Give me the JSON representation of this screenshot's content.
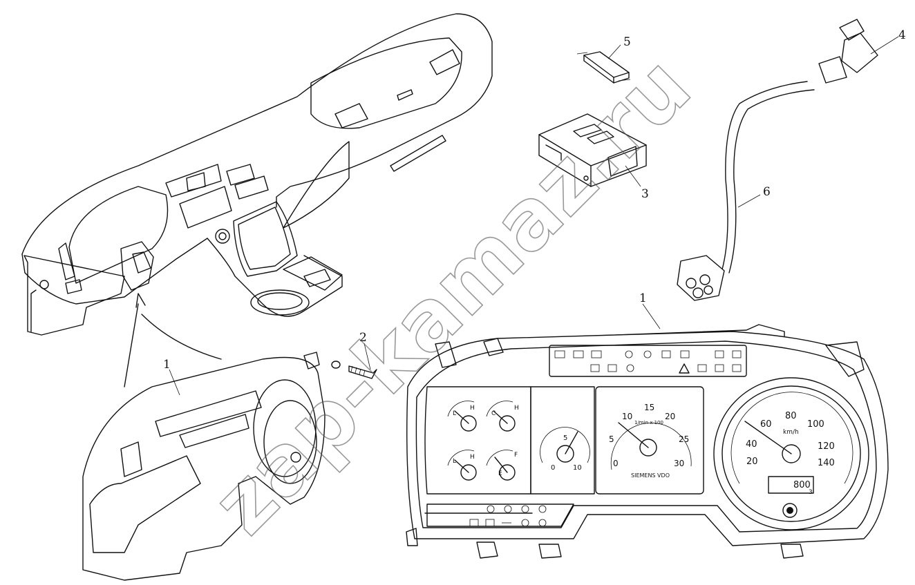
{
  "watermark": "zap-kamaz.ru",
  "callouts": {
    "c1_small": "1",
    "c1_large": "1",
    "c2": "2",
    "c3": "3",
    "c4": "4",
    "c5": "5",
    "c6": "6"
  },
  "gauges": {
    "small_gauge_labels": [
      {
        "low": "L",
        "high": "H"
      },
      {
        "low": "C",
        "high": "H"
      },
      {
        "low": "L",
        "high": "H"
      },
      {
        "low": "E",
        "high": "F"
      }
    ],
    "voltmeter": {
      "min": "0",
      "mid": "5",
      "max": "10"
    },
    "tachometer": {
      "ticks": [
        "0",
        "5",
        "10",
        "15",
        "20",
        "25",
        "30"
      ],
      "unit": "1/min x 100",
      "brand": "SIEMENS VDO"
    },
    "speedometer": {
      "ticks": [
        "20",
        "40",
        "60",
        "80",
        "100",
        "120",
        "140"
      ],
      "unit": "km/h",
      "odometer": "800",
      "trip": "3"
    }
  }
}
